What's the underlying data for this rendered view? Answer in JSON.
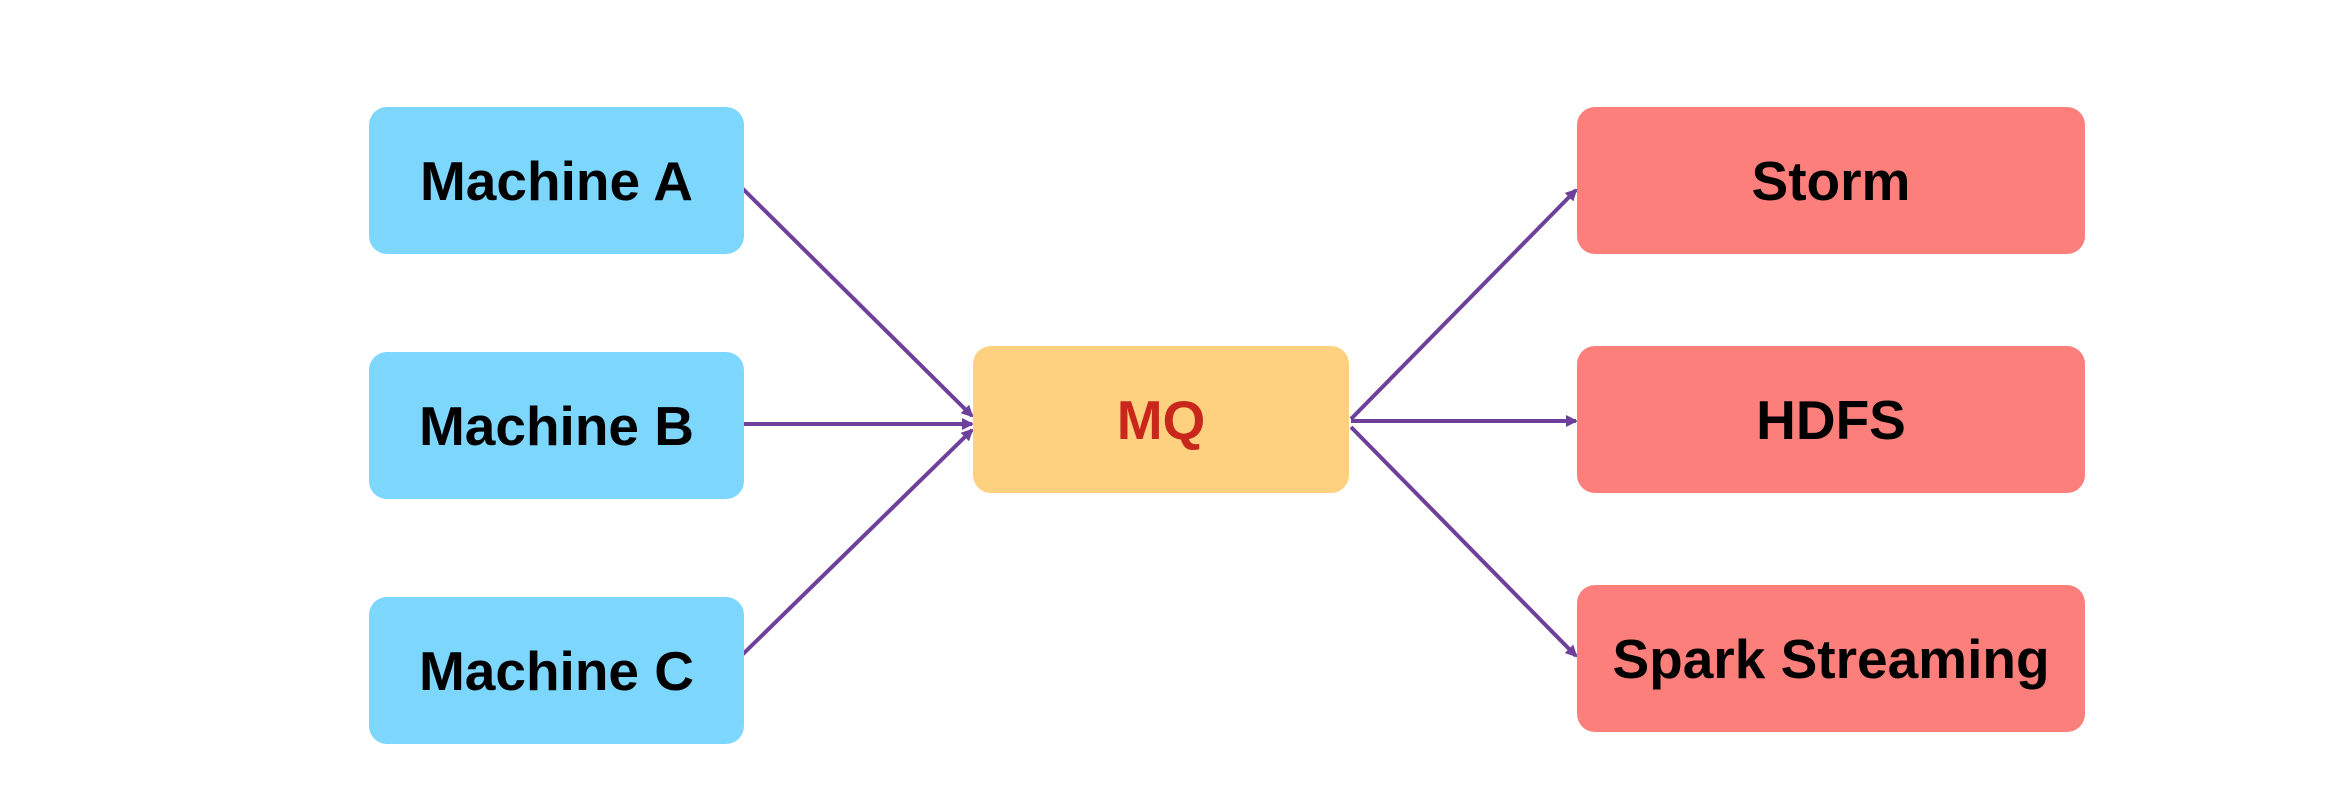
{
  "colors": {
    "source_fill": "#7dd6fc",
    "queue_fill": "#fdd17f",
    "sink_fill": "#fd7f7b",
    "queue_text": "#c9261c",
    "edge": "#6e409b"
  },
  "diagram": {
    "sources": [
      {
        "id": "machine-a",
        "label": "Machine A"
      },
      {
        "id": "machine-b",
        "label": "Machine B"
      },
      {
        "id": "machine-c",
        "label": "Machine C"
      }
    ],
    "queue": {
      "id": "mq",
      "label": "MQ"
    },
    "sinks": [
      {
        "id": "storm",
        "label": "Storm"
      },
      {
        "id": "hdfs",
        "label": "HDFS"
      },
      {
        "id": "spark-streaming",
        "label": "Spark Streaming"
      }
    ],
    "edges": [
      {
        "from": "machine-a",
        "to": "mq"
      },
      {
        "from": "machine-b",
        "to": "mq"
      },
      {
        "from": "machine-c",
        "to": "mq"
      },
      {
        "from": "mq",
        "to": "storm"
      },
      {
        "from": "mq",
        "to": "hdfs"
      },
      {
        "from": "mq",
        "to": "spark-streaming"
      }
    ]
  }
}
